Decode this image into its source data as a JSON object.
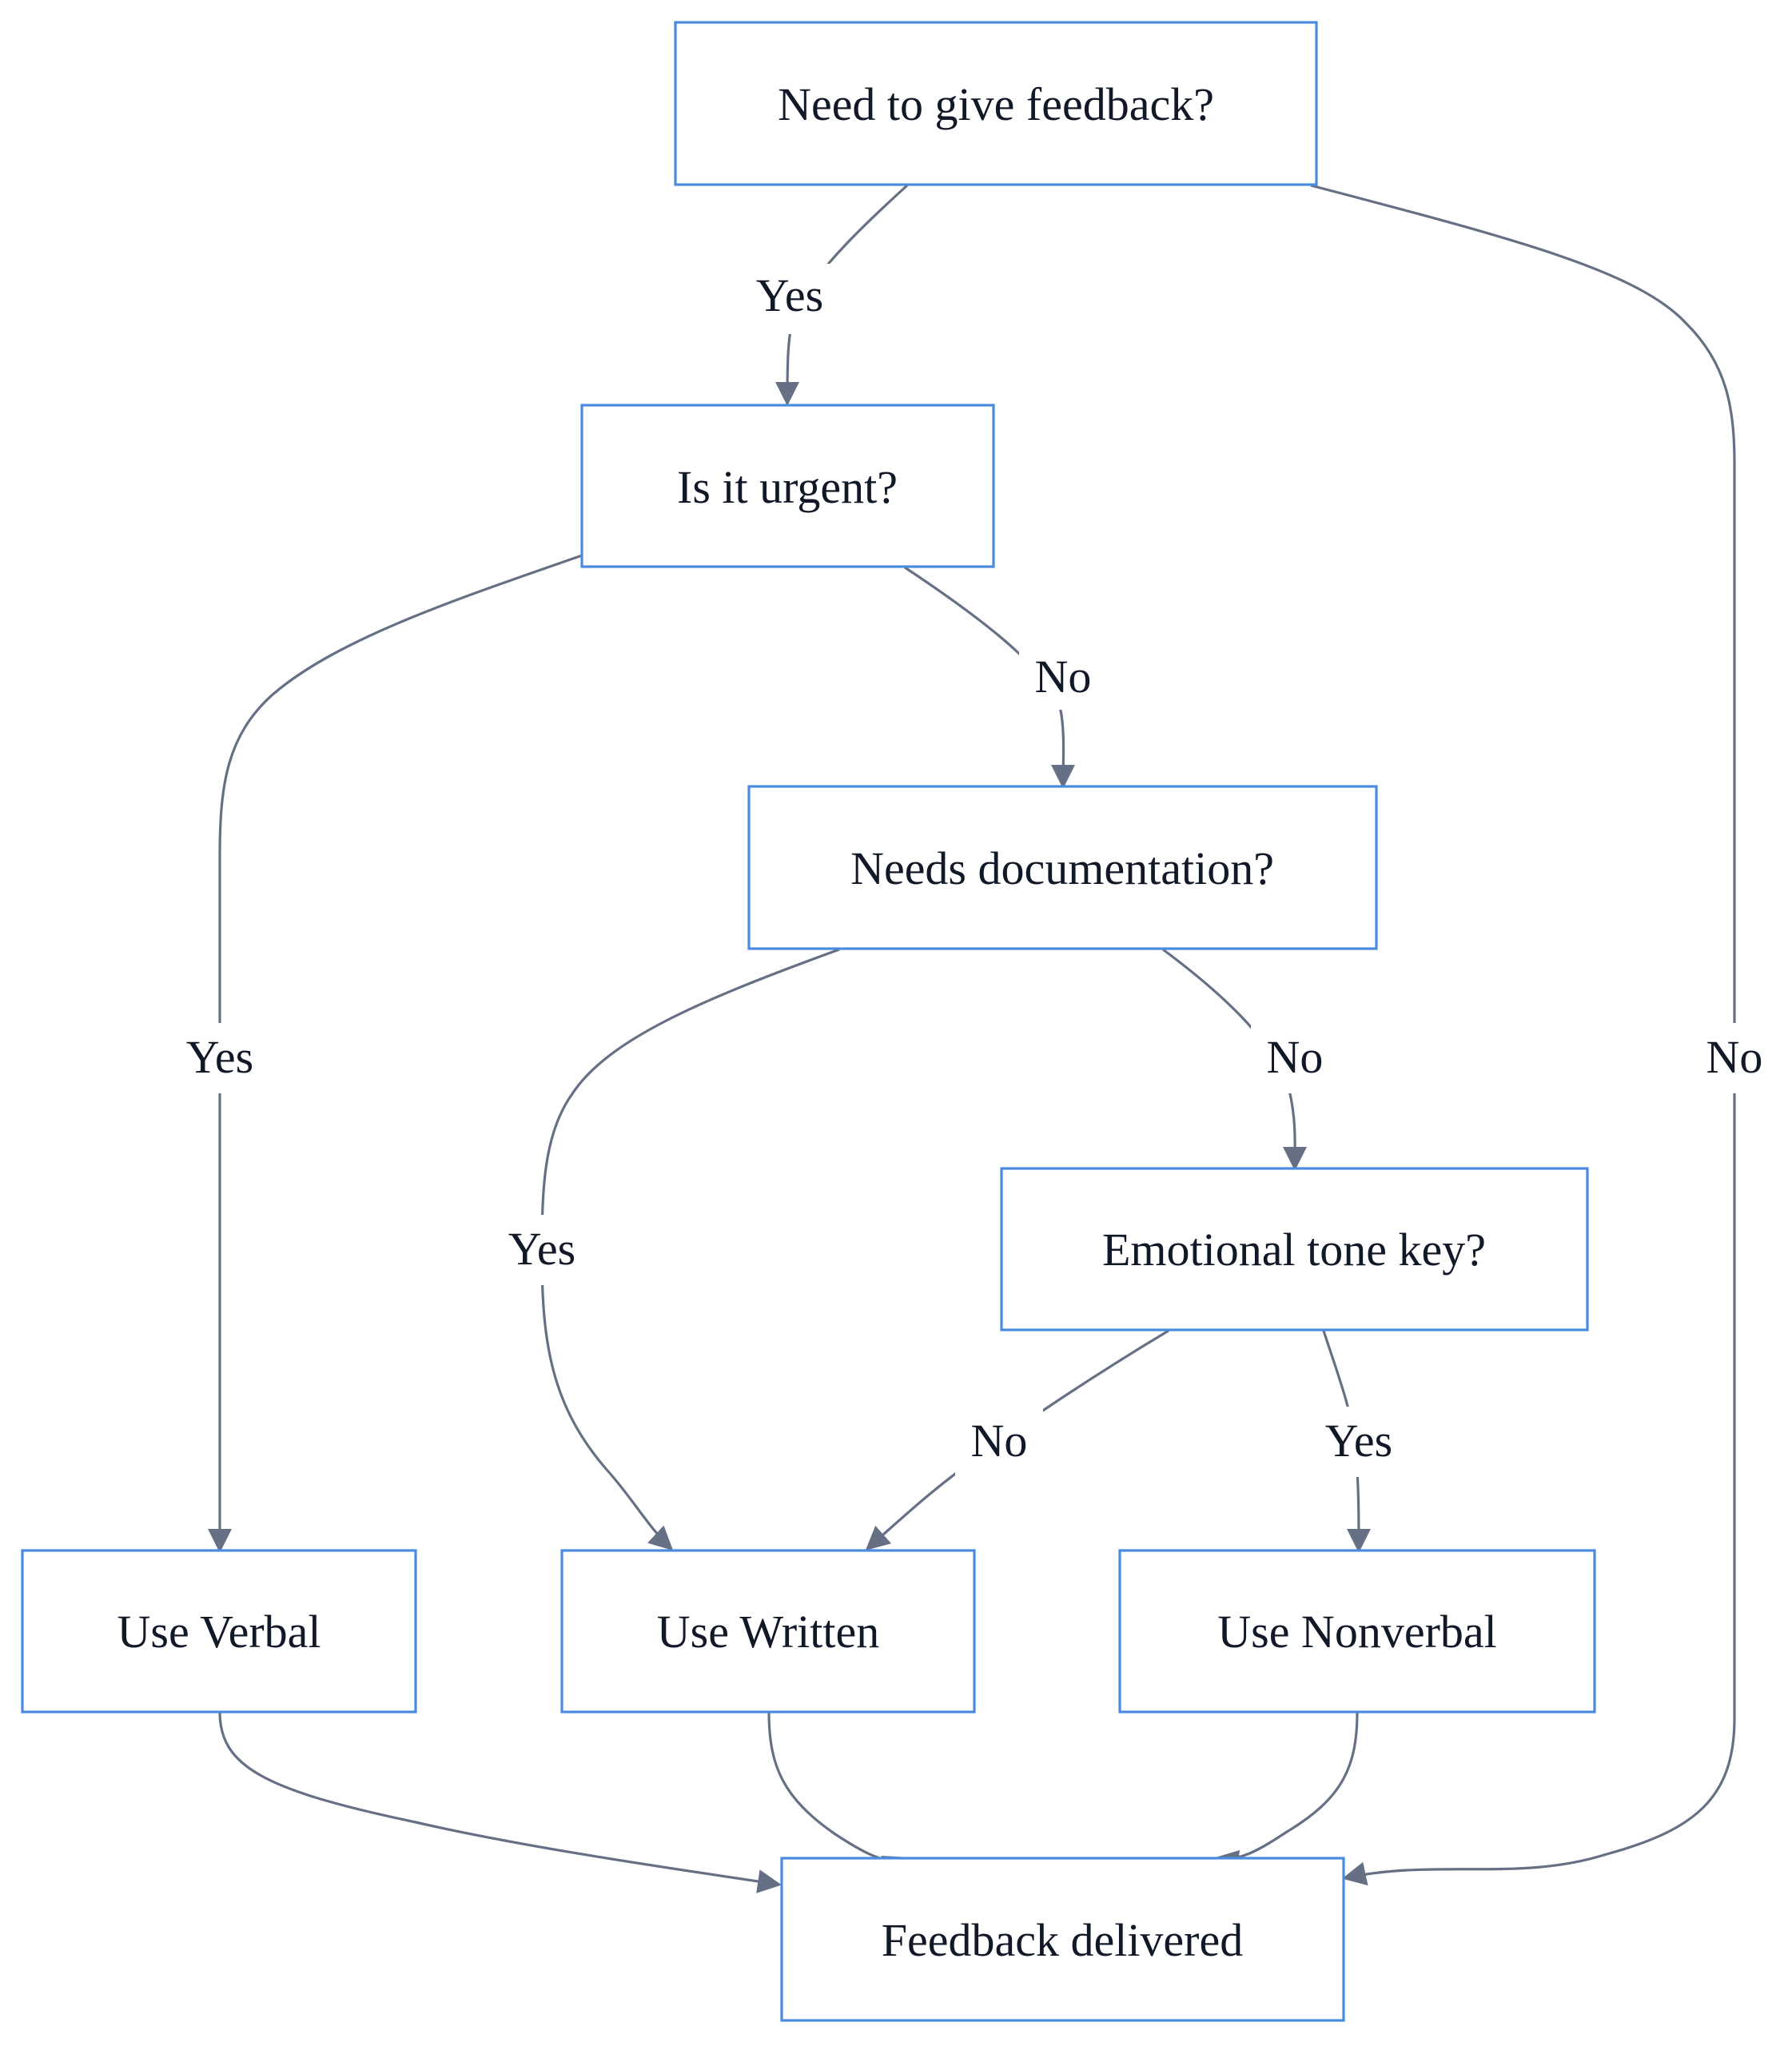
{
  "nodes": {
    "start": "Need to give feedback?",
    "urgent": "Is it urgent?",
    "documentation": "Needs documentation?",
    "tone": "Emotional tone key?",
    "verbal": "Use Verbal",
    "written": "Use Written",
    "nonverbal": "Use Nonverbal",
    "delivered": "Feedback delivered"
  },
  "edges": {
    "start_to_urgent": "Yes",
    "start_to_delivered": "No",
    "urgent_to_verbal": "Yes",
    "urgent_to_documentation": "No",
    "documentation_to_written": "Yes",
    "documentation_to_tone": "No",
    "tone_to_written": "No",
    "tone_to_nonverbal": "Yes"
  },
  "colors": {
    "node_border": "#4a8be0",
    "edge_line": "#667085",
    "text": "#111827"
  }
}
